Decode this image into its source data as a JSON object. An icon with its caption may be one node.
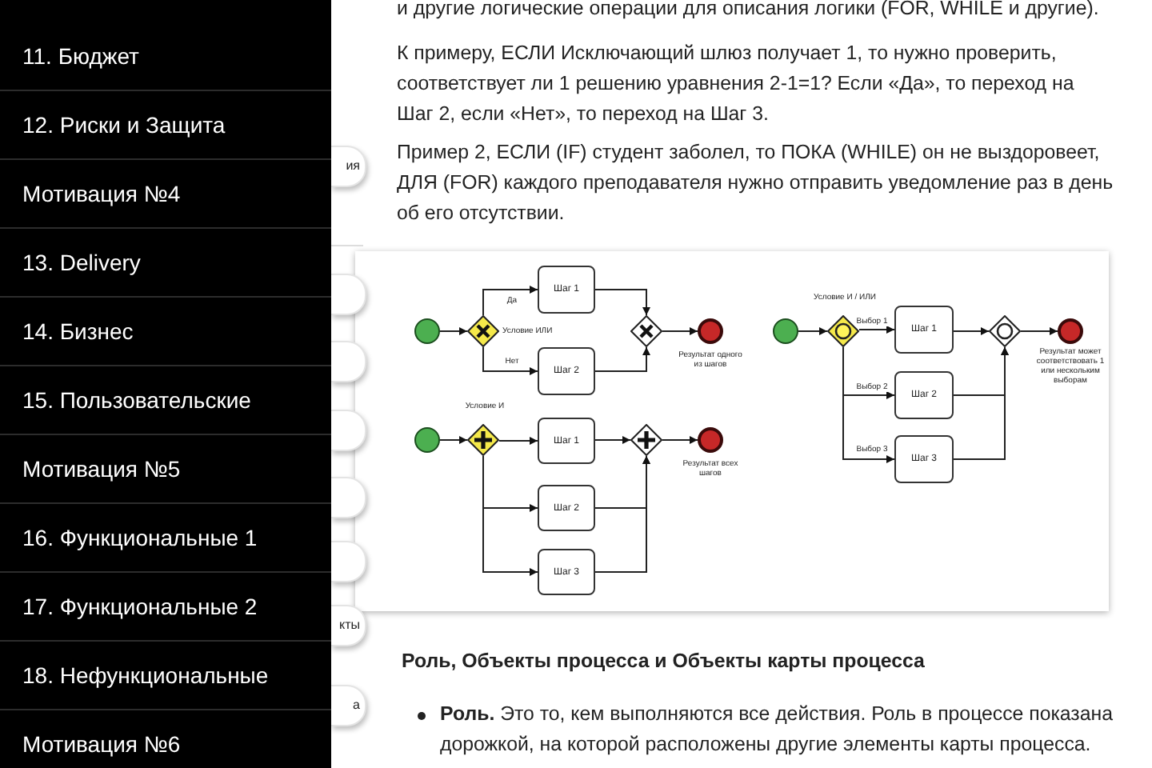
{
  "diagram": {
    "nodes": [
      {
        "text": [],
        "shape": "circle"
      },
      {
        "text": [],
        "shape": "diamond",
        "beside": [
          "Условие ИЛИ"
        ]
      },
      {
        "text": [
          "Шаг 1"
        ]
      },
      {
        "text": [
          "Шаг 2"
        ]
      },
      {
        "text": [],
        "shape": "diamond"
      },
      {
        "text": [],
        "shape": "circle",
        "beside": [
          "Результат одного из шагов"
        ]
      },
      {
        "text": [],
        "shape": "circle"
      },
      {
        "text": [],
        "shape": "diamond",
        "beside": [
          "Условие И"
        ]
      },
      {
        "text": [
          "Шаг 1"
        ]
      },
      {
        "text": [
          "Шаг 2"
        ]
      },
      {
        "text": [
          "Шаг 3"
        ]
      },
      {
        "text": [],
        "shape": "diamond"
      },
      {
        "text": [],
        "shape": "circle",
        "beside": [
          "Результат всех шагов"
        ]
      },
      {
        "text": [],
        "shape": "circle"
      },
      {
        "text": [],
        "shape": "diamond",
        "beside": [
          "Условие И / ИЛИ"
        ]
      },
      {
        "text": [
          "Шаг 1"
        ]
      },
      {
        "text": [
          "Шаг 2"
        ]
      },
      {
        "text": [
          "Шаг 3"
        ]
      },
      {
        "text": [],
        "shape": "diamond"
      },
      {
        "text": [],
        "shape": "circle",
        "beside": [
          "Результат может соответствовать 1 или нескольким выборам"
        ]
      }
    ],
    "edges": [
      {
        "from": 0,
        "to": 1,
        "arrow": "to"
      },
      {
        "from": 1,
        "to": 2,
        "arrow": "to",
        "label": "Да"
      },
      {
        "from": 1,
        "to": 3,
        "arrow": "to",
        "label": "Нет"
      },
      {
        "from": 2,
        "to": 4,
        "arrow": "to"
      },
      {
        "from": 3,
        "to": 4,
        "arrow": "to"
      },
      {
        "from": 4,
        "to": 5,
        "arrow": "to"
      },
      {
        "from": 6,
        "to": 7,
        "arrow": "to"
      },
      {
        "from": 7,
        "to": 8,
        "arrow": "to"
      },
      {
        "from": 7,
        "to": 9,
        "arrow": "to"
      },
      {
        "from": 7,
        "to": 10,
        "arrow": "to"
      },
      {
        "from": 8,
        "to": 11,
        "arrow": "to"
      },
      {
        "from": 9,
        "to": 11,
        "arrow": "to"
      },
      {
        "from": 10,
        "to": 11,
        "arrow": "to"
      },
      {
        "from": 11,
        "to": 12,
        "arrow": "to"
      },
      {
        "from": 13,
        "to": 14,
        "arrow": "to"
      },
      {
        "from": 14,
        "to": 15,
        "arrow": "to",
        "label": "Выбор 1"
      },
      {
        "from": 14,
        "to": 16,
        "arrow": "to",
        "label": "Выбор 2"
      },
      {
        "from": 14,
        "to": 17,
        "arrow": "to",
        "label": "Выбор 3"
      },
      {
        "from": 15,
        "to": 18,
        "arrow": "to"
      },
      {
        "from": 16,
        "to": 18,
        "arrow": "to"
      },
      {
        "from": 17,
        "to": 18,
        "arrow": "to"
      },
      {
        "from": 18,
        "to": 19,
        "arrow": "to"
      }
    ],
    "labels": [
      "11. Бюджет",
      "12. Риски и Защита",
      "Мотивация №4",
      "13. Delivery",
      "14. Бизнес",
      "15. Пользовательские",
      "Мотивация №5",
      "16. Функциональные 1",
      "17. Функциональные 2",
      "18. Нефункциональные",
      "Мотивация №6",
      "ия",
      "кты",
      "а",
      "и другие логические операции для описания логики (FOR, WHILE и другие).",
      "К примеру, ЕСЛИ Исключающий шлюз получает 1, то нужно проверить, соответствует ли 1 решению уравнения 2-1=1? Если «Да», то переход на Шаг 2, если «Нет», то переход на Шаг 3.",
      "Пример 2, ЕСЛИ (IF) студент заболел, то ПОКА (WHILE) он не выздоровеет, ДЛЯ (FOR) каждого преподавателя нужно отправить уведомление раз в день об его отсутствии.",
      "Роль, Объекты процесса и Объекты карты процесса",
      "**Роль.** Это то, кем выполняются все действия. Роль в процессе показана дорожкой, на которой расположены другие элементы карты процесса."
    ]
  }
}
